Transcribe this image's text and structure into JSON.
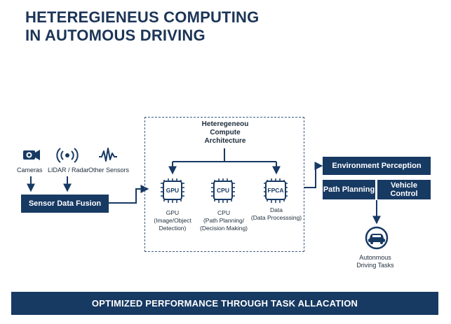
{
  "title": {
    "line1": "HETEREGIENEUS COMPUTING",
    "line2": "IN AUTOMOUS DRIVING"
  },
  "sensors": [
    {
      "icon": "camera-icon",
      "label": "Cameras"
    },
    {
      "icon": "lidar-radar-icon",
      "label": "LIDAR / Radar"
    },
    {
      "icon": "waveform-icon",
      "label": "Other Sensors"
    }
  ],
  "fusion": {
    "label": "Sensor Data Fusion"
  },
  "architecture": {
    "title_lines": [
      "Heteregeneou",
      "Compute",
      "Architecture"
    ],
    "chips": [
      {
        "chip_text": "GPU",
        "caption_lines": [
          "GPU",
          "(Image/Object",
          "Detection)"
        ]
      },
      {
        "chip_text": "CPU",
        "caption_lines": [
          "CPU",
          "(Path Planning/",
          "(Decision Making)"
        ]
      },
      {
        "chip_text": "FPCA",
        "caption_lines": [
          "Data",
          "(Data Processsing)"
        ]
      }
    ]
  },
  "outputs": {
    "perception": "Environment Perception",
    "path_planning": "Path Planning",
    "vehicle_control": "Vehicle Control"
  },
  "tasks": {
    "icon": "car-icon",
    "label_lines": [
      "Autonmous",
      "Driving Tasks"
    ]
  },
  "banner": {
    "label": "OPTIMIZED PERFORMANCE THROUGH TASK ALLACATION"
  },
  "colors": {
    "primary": "#173a63",
    "text": "#1c2b3a",
    "background": "#ffffff"
  }
}
